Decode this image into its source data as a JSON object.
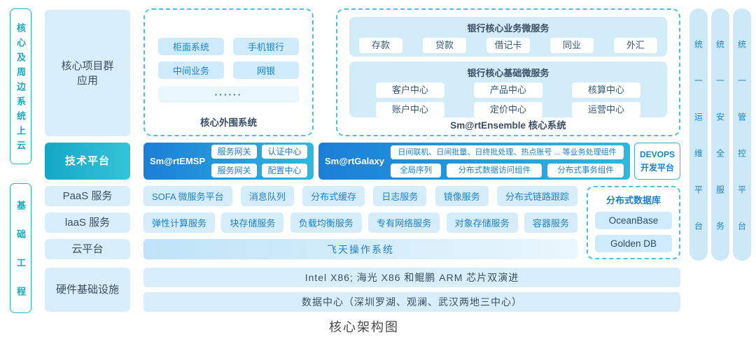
{
  "page_title": "核心架构图",
  "left_rails": [
    {
      "label": "核心及周边系统上云"
    },
    {
      "label": "基础工程"
    }
  ],
  "layers": {
    "apps": "核心项目群\n应用",
    "tech": "技术平台",
    "paas": "PaaS 服务",
    "iaas": "laaS 服务",
    "cloud": "云平台",
    "hardware": "硬件基础设施"
  },
  "peripheral": {
    "label": "核心外围系统",
    "items": [
      "柜面系统",
      "手机银行",
      "中间业务",
      "网银"
    ],
    "ellipsis": "······"
  },
  "ensemble": {
    "label": "Sm@rtEnsemble 核心系统",
    "business": {
      "title": "银行核心业务微服务",
      "items": [
        "存款",
        "贷款",
        "借记卡",
        "同业",
        "外汇"
      ]
    },
    "base": {
      "title": "银行核心基础微服务",
      "row1": [
        "客户中心",
        "产品中心",
        "核算中心"
      ],
      "row2": [
        "账户中心",
        "定价中心",
        "运营中心"
      ]
    }
  },
  "emsp": {
    "name": "Sm@rtEMSP",
    "pills": [
      "服务网关",
      "认证中心",
      "服务网关",
      "配置中心"
    ]
  },
  "galaxy": {
    "name": "Sm@rtGalaxy",
    "wide_pill": "日间联机、日间批量、日终批处理、热点账号 ... 等业务处理组件",
    "pills": [
      "全局序列",
      "分布式数据访问组件",
      "分布式事务组件"
    ]
  },
  "devops": {
    "line1": "DEVOPS",
    "line2": "开发平台"
  },
  "paas_items": [
    "SOFA 微服务平台",
    "消息队列",
    "分布式缓存",
    "日志服务",
    "镜像服务",
    "分布式链路跟踪"
  ],
  "iaas_items": [
    "弹性计算服务",
    "块存储服务",
    "负载均衡服务",
    "专有网络服务",
    "对象存储服务",
    "容器服务"
  ],
  "cloud_os": "飞天操作系统",
  "database": {
    "title": "分布式数据库",
    "items": [
      "OceanBase",
      "Golden DB"
    ]
  },
  "hardware_rows": [
    "Intel X86; 海光 X86 和鲲鹏 ARM 芯片双演进",
    "数据中心（深圳罗湖、观澜、武汉两地三中心）"
  ],
  "right_rails": [
    "统一运维平台",
    "统一安全服务",
    "统一管控平台"
  ],
  "colors": {
    "teal_accent": "#2ab4c7",
    "blue_text": "#1f80c9",
    "light_blue_fill": "#d9eefb",
    "pill_fill": "#cfeafa",
    "gradient_blue_start": "#1b7ed7",
    "gradient_blue_end": "#2fb9de",
    "dashed_border": "#4fc0e4",
    "dark_text": "#3a4f63"
  }
}
